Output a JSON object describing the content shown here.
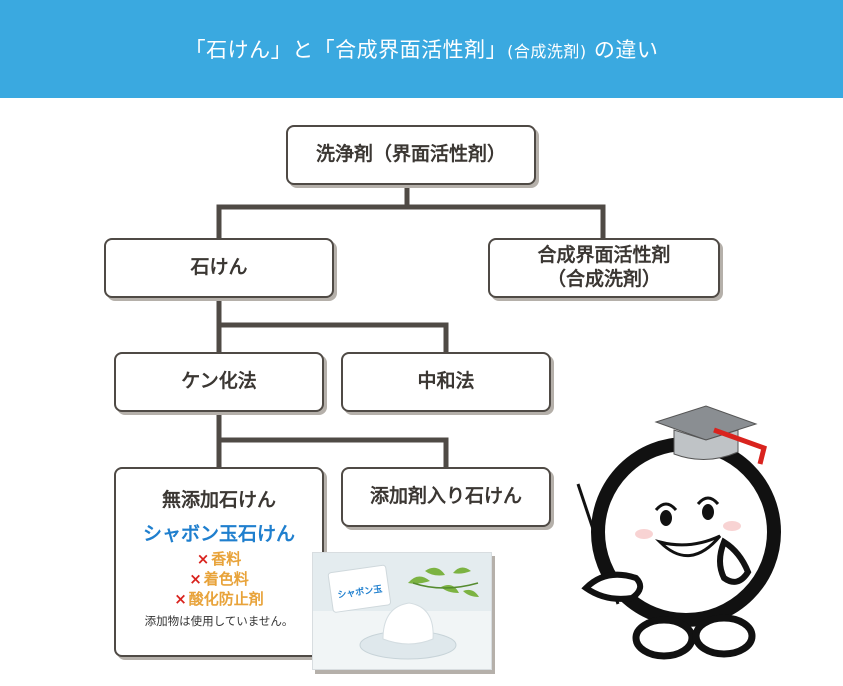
{
  "header": {
    "title_main": "「石けん」と「合成界面活性剤」",
    "title_paren": "(合成洗剤)",
    "title_end": "の違い"
  },
  "diagram": {
    "root": "洗浄剤（界面活性剤）",
    "soap": "石けん",
    "synthetic_line1": "合成界面活性剤",
    "synthetic_line2": "（合成洗剤）",
    "saponification": "ケン化法",
    "neutralization": "中和法",
    "additive_free_title": "無添加石けん",
    "brand": "シャボン玉石けん",
    "excluded": [
      "香料",
      "着色料",
      "酸化防止剤"
    ],
    "excluded_mark": "×",
    "note": "添加物は使用していません。",
    "with_additives": "添加剤入り石けん"
  },
  "photo": {
    "package_text": "シャボン玉"
  },
  "colors": {
    "header_bg": "#3aa9e0",
    "line": "#4f4a45",
    "brand_blue": "#1f7fce",
    "x_red": "#d9231e",
    "item_orange": "#e8a33a"
  },
  "icons": [
    "graduation-cap-icon",
    "pointer-stick-icon"
  ]
}
